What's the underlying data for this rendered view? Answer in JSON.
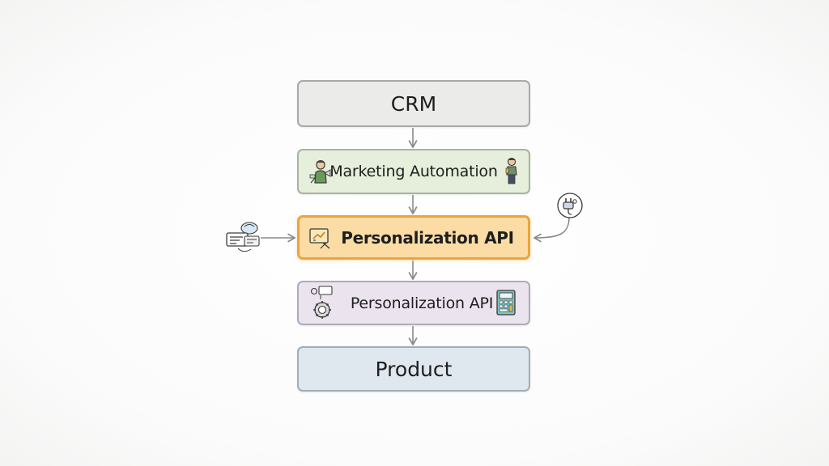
{
  "nodes": {
    "crm": {
      "label": "CRM"
    },
    "marketing": {
      "label": "Marketing Automation"
    },
    "api_main": {
      "label": "Personalization API"
    },
    "api_second": {
      "label": "Personalization API"
    },
    "product": {
      "label": "Product"
    }
  },
  "edges": [
    {
      "from": "crm",
      "to": "marketing"
    },
    {
      "from": "marketing",
      "to": "api_main"
    },
    {
      "from": "api_main",
      "to": "api_second"
    },
    {
      "from": "api_second",
      "to": "product"
    },
    {
      "from": "left-data-source",
      "to": "api_main"
    },
    {
      "from": "right-plug-source",
      "to": "api_main"
    }
  ],
  "icons": {
    "marketing_left": "person-with-megaphone-icon",
    "marketing_right": "standing-person-icon",
    "api_main_left": "monitor-chart-icon",
    "api_second_left": "gear-cog-icon",
    "api_second_right": "calculator-icon",
    "left_source": "data-cards-icon",
    "right_source": "plug-icon"
  },
  "colors": {
    "crm_fill": "#ebebea",
    "marketing_fill": "#e5efdc",
    "api_main_fill": "#fbdca5",
    "api_main_border": "#eaa53c",
    "api_second_fill": "#ebe4ef",
    "product_fill": "#dfe7ef",
    "arrow": "#8a8a8a"
  }
}
